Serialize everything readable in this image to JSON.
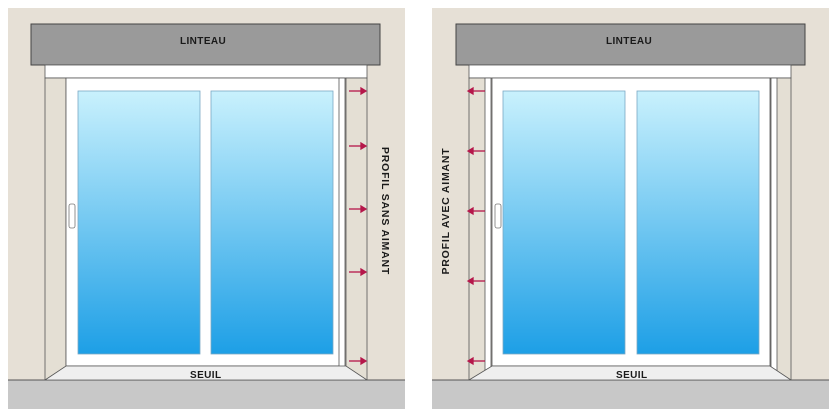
{
  "panels": {
    "left": {
      "lintel_label": "LINTEAU",
      "sill_label": "SEUIL",
      "profile_label": "PROFIL SANS AIMANT"
    },
    "right": {
      "lintel_label": "LINTEAU",
      "sill_label": "SEUIL",
      "profile_label": "PROFIL AVEC AIMANT"
    }
  },
  "colors": {
    "wall": "#e6e0d6",
    "floor": "#c8c8c8",
    "lintel": "#9a9a9a",
    "frame": "#ffffff",
    "arrow": "#b5174a",
    "glass_top": "#c9f1fd",
    "glass_bottom": "#1d9fe6"
  }
}
